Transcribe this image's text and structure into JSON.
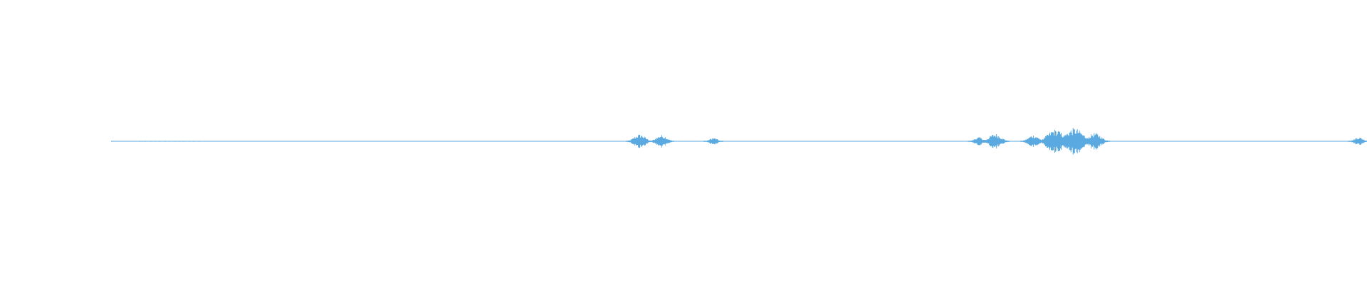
{
  "waveform": {
    "color": "#5aa9e0",
    "bursts": [
      {
        "position": 0.468,
        "amplitude": 0.05
      },
      {
        "position": 0.484,
        "amplitude": 0.045
      },
      {
        "position": 0.522,
        "amplitude": 0.025
      },
      {
        "position": 0.716,
        "amplitude": 0.03
      },
      {
        "position": 0.728,
        "amplitude": 0.055
      },
      {
        "position": 0.756,
        "amplitude": 0.045
      },
      {
        "position": 0.772,
        "amplitude": 0.085
      },
      {
        "position": 0.786,
        "amplitude": 0.095
      },
      {
        "position": 0.801,
        "amplitude": 0.06
      },
      {
        "position": 0.994,
        "amplitude": 0.03
      }
    ]
  }
}
